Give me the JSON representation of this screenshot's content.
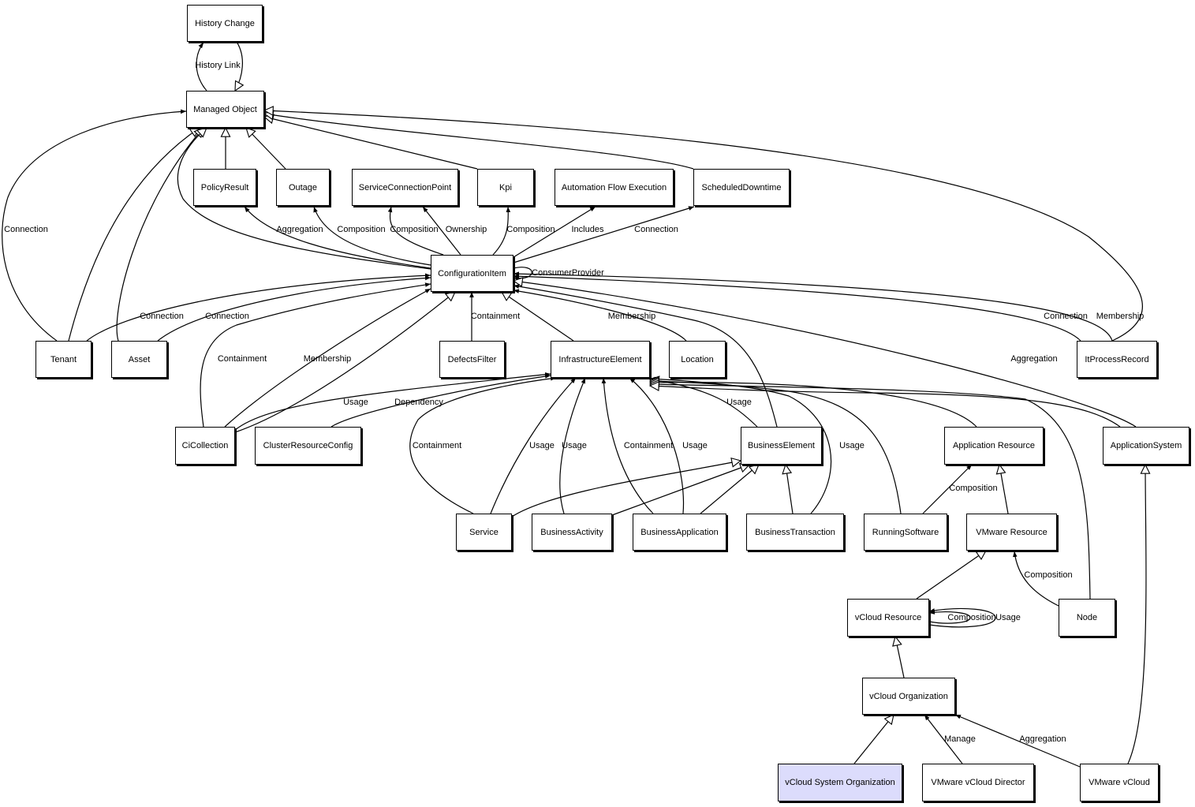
{
  "colors": {
    "highlight_fill": "#dcdcfc",
    "node_fill": "#ffffff",
    "stroke": "#000000"
  },
  "nodes": [
    {
      "id": "history_change",
      "label": "History Change"
    },
    {
      "id": "managed_object",
      "label": "Managed Object"
    },
    {
      "id": "policy_result",
      "label": "PolicyResult"
    },
    {
      "id": "outage",
      "label": "Outage"
    },
    {
      "id": "scp",
      "label": "ServiceConnectionPoint"
    },
    {
      "id": "kpi",
      "label": "Kpi"
    },
    {
      "id": "afe",
      "label": "Automation Flow Execution"
    },
    {
      "id": "scheduled_downtime",
      "label": "ScheduledDowntime"
    },
    {
      "id": "ci",
      "label": "ConfigurationItem"
    },
    {
      "id": "tenant",
      "label": "Tenant"
    },
    {
      "id": "asset",
      "label": "Asset"
    },
    {
      "id": "defects_filter",
      "label": "DefectsFilter"
    },
    {
      "id": "ie",
      "label": "InfrastructureElement"
    },
    {
      "id": "location",
      "label": "Location"
    },
    {
      "id": "it_process_record",
      "label": "ItProcessRecord"
    },
    {
      "id": "ci_collection",
      "label": "CiCollection"
    },
    {
      "id": "cluster_resource_config",
      "label": "ClusterResourceConfig"
    },
    {
      "id": "business_element",
      "label": "BusinessElement"
    },
    {
      "id": "application_resource",
      "label": "Application Resource"
    },
    {
      "id": "application_system",
      "label": "ApplicationSystem"
    },
    {
      "id": "service",
      "label": "Service"
    },
    {
      "id": "business_activity",
      "label": "BusinessActivity"
    },
    {
      "id": "business_application",
      "label": "BusinessApplication"
    },
    {
      "id": "business_transaction",
      "label": "BusinessTransaction"
    },
    {
      "id": "running_software",
      "label": "RunningSoftware"
    },
    {
      "id": "vmware_resource",
      "label": "VMware Resource"
    },
    {
      "id": "vcloud_resource",
      "label": "vCloud Resource"
    },
    {
      "id": "node",
      "label": "Node"
    },
    {
      "id": "vcloud_organization",
      "label": "vCloud Organization"
    },
    {
      "id": "vcloud_system_organization",
      "label": "vCloud System Organization",
      "highlighted": true
    },
    {
      "id": "vmware_vcloud_director",
      "label": "VMware vCloud Director"
    },
    {
      "id": "vmware_vcloud",
      "label": "VMware vCloud"
    }
  ],
  "edges": [
    {
      "from": "managed_object",
      "to": "history_change",
      "kind": "association",
      "label": "History Link"
    },
    {
      "from": "history_change",
      "to": "managed_object",
      "kind": "generalization",
      "label": ""
    },
    {
      "from": "tenant",
      "to": "managed_object",
      "kind": "association",
      "label": "Connection"
    },
    {
      "from": "tenant",
      "to": "managed_object",
      "kind": "generalization",
      "label": ""
    },
    {
      "from": "asset",
      "to": "managed_object",
      "kind": "generalization",
      "label": ""
    },
    {
      "from": "ci",
      "to": "managed_object",
      "kind": "generalization",
      "label": ""
    },
    {
      "from": "policy_result",
      "to": "managed_object",
      "kind": "generalization",
      "label": ""
    },
    {
      "from": "outage",
      "to": "managed_object",
      "kind": "generalization",
      "label": ""
    },
    {
      "from": "kpi",
      "to": "managed_object",
      "kind": "generalization",
      "label": ""
    },
    {
      "from": "scheduled_downtime",
      "to": "managed_object",
      "kind": "generalization",
      "label": ""
    },
    {
      "from": "it_process_record",
      "to": "managed_object",
      "kind": "generalization",
      "label": ""
    },
    {
      "from": "ci",
      "to": "policy_result",
      "kind": "association",
      "label": "Aggregation"
    },
    {
      "from": "ci",
      "to": "outage",
      "kind": "association",
      "label": "Composition"
    },
    {
      "from": "ci",
      "to": "scp",
      "kind": "association",
      "label": "Composition"
    },
    {
      "from": "ci",
      "to": "scp",
      "kind": "association",
      "label": "Ownership"
    },
    {
      "from": "ci",
      "to": "kpi",
      "kind": "association",
      "label": "Composition"
    },
    {
      "from": "ci",
      "to": "afe",
      "kind": "association",
      "label": "Includes"
    },
    {
      "from": "ci",
      "to": "scheduled_downtime",
      "kind": "association",
      "label": "Connection"
    },
    {
      "from": "ci",
      "to": "ci",
      "kind": "association",
      "label": "ConsumerProvider"
    },
    {
      "from": "tenant",
      "to": "ci",
      "kind": "association",
      "label": "Connection"
    },
    {
      "from": "asset",
      "to": "ci",
      "kind": "association",
      "label": "Connection"
    },
    {
      "from": "ci_collection",
      "to": "ci",
      "kind": "association",
      "label": "Containment"
    },
    {
      "from": "ci_collection",
      "to": "ci",
      "kind": "association",
      "label": "Membership"
    },
    {
      "from": "ci_collection",
      "to": "ci",
      "kind": "generalization",
      "label": ""
    },
    {
      "from": "defects_filter",
      "to": "ci",
      "kind": "association",
      "label": "Containment"
    },
    {
      "from": "ie",
      "to": "ci",
      "kind": "generalization",
      "label": ""
    },
    {
      "from": "location",
      "to": "ci",
      "kind": "association",
      "label": "Membership"
    },
    {
      "from": "business_element",
      "to": "ci",
      "kind": "association",
      "label": ""
    },
    {
      "from": "it_process_record",
      "to": "ci",
      "kind": "association",
      "label": "Connection"
    },
    {
      "from": "it_process_record",
      "to": "ci",
      "kind": "association",
      "label": "Membership"
    },
    {
      "from": "application_system",
      "to": "ci",
      "kind": "generalization",
      "label": "Aggregation"
    },
    {
      "from": "ci_collection",
      "to": "ie",
      "kind": "association",
      "label": "Usage"
    },
    {
      "from": "cluster_resource_config",
      "to": "ie",
      "kind": "association",
      "label": "Dependency"
    },
    {
      "from": "service",
      "to": "ie",
      "kind": "association",
      "label": "Containment"
    },
    {
      "from": "service",
      "to": "ie",
      "kind": "association",
      "label": "Usage"
    },
    {
      "from": "business_activity",
      "to": "ie",
      "kind": "association",
      "label": "Usage"
    },
    {
      "from": "business_application",
      "to": "ie",
      "kind": "association",
      "label": "Containment"
    },
    {
      "from": "business_application",
      "to": "ie",
      "kind": "association",
      "label": "Usage"
    },
    {
      "from": "business_element",
      "to": "ie",
      "kind": "generalization",
      "label": "Usage"
    },
    {
      "from": "business_transaction",
      "to": "ie",
      "kind": "association",
      "label": "Usage"
    },
    {
      "from": "running_software",
      "to": "ie",
      "kind": "generalization",
      "label": ""
    },
    {
      "from": "application_resource",
      "to": "ie",
      "kind": "generalization",
      "label": ""
    },
    {
      "from": "node",
      "to": "ie",
      "kind": "generalization",
      "label": ""
    },
    {
      "from": "application_system",
      "to": "ie",
      "kind": "generalization",
      "label": ""
    },
    {
      "from": "service",
      "to": "business_element",
      "kind": "generalization",
      "label": ""
    },
    {
      "from": "business_activity",
      "to": "business_element",
      "kind": "generalization",
      "label": ""
    },
    {
      "from": "business_application",
      "to": "business_element",
      "kind": "generalization",
      "label": ""
    },
    {
      "from": "business_transaction",
      "to": "business_element",
      "kind": "generalization",
      "label": ""
    },
    {
      "from": "running_software",
      "to": "application_resource",
      "kind": "association",
      "label": "Composition"
    },
    {
      "from": "vmware_resource",
      "to": "application_resource",
      "kind": "generalization",
      "label": ""
    },
    {
      "from": "vcloud_resource",
      "to": "vmware_resource",
      "kind": "generalization",
      "label": ""
    },
    {
      "from": "node",
      "to": "vmware_resource",
      "kind": "association",
      "label": "Composition"
    },
    {
      "from": "vcloud_resource",
      "to": "vcloud_resource",
      "kind": "association",
      "label": "Composition"
    },
    {
      "from": "vcloud_resource",
      "to": "vcloud_resource",
      "kind": "association",
      "label": "Usage"
    },
    {
      "from": "vcloud_organization",
      "to": "vcloud_resource",
      "kind": "generalization",
      "label": ""
    },
    {
      "from": "vcloud_system_organization",
      "to": "vcloud_organization",
      "kind": "generalization",
      "label": ""
    },
    {
      "from": "vmware_vcloud_director",
      "to": "vcloud_organization",
      "kind": "association",
      "label": "Manage"
    },
    {
      "from": "vmware_vcloud",
      "to": "vcloud_organization",
      "kind": "association",
      "label": "Aggregation"
    },
    {
      "from": "vmware_vcloud",
      "to": "application_system",
      "kind": "generalization",
      "label": ""
    }
  ]
}
